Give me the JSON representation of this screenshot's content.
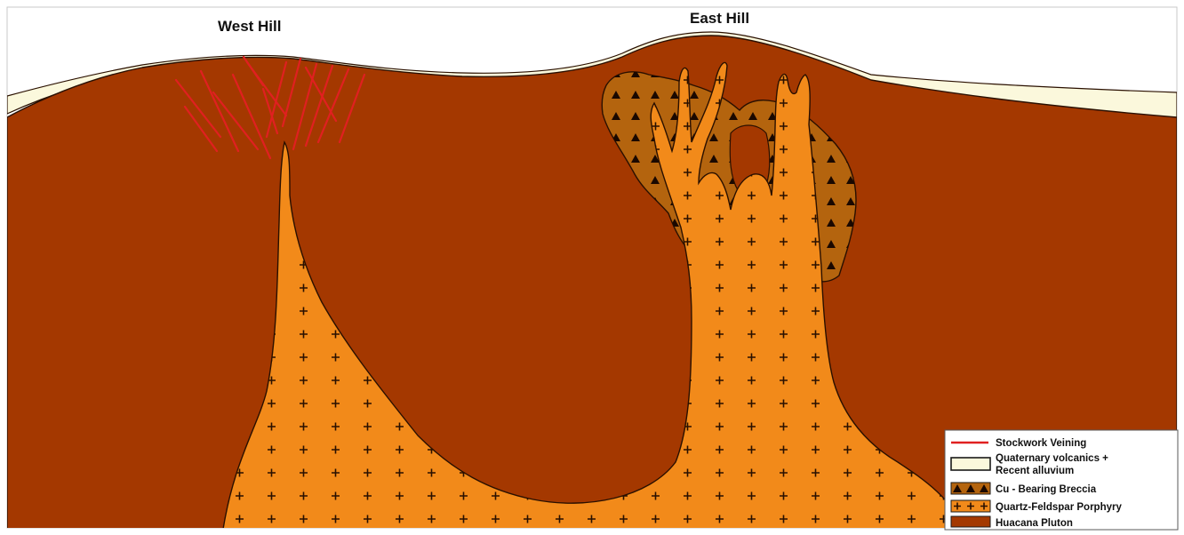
{
  "labels": {
    "west_hill": "West Hill",
    "east_hill": "East Hill"
  },
  "legend": {
    "items": [
      {
        "key": "stockwork",
        "lines": [
          "Stockwork Veining"
        ],
        "symbol": "red-line-icon",
        "color": "#e02020"
      },
      {
        "key": "quaternary",
        "lines": [
          "Quaternary volcanics +",
          "Recent alluvium"
        ],
        "symbol": "cream-fill-icon",
        "color": "#fbf8dc"
      },
      {
        "key": "breccia",
        "lines": [
          "Cu - Bearing Breccia"
        ],
        "symbol": "triangle-pattern-icon",
        "color": "#b4640e"
      },
      {
        "key": "porphyry",
        "lines": [
          "Quartz-Feldspar Porphyry"
        ],
        "symbol": "plus-pattern-icon",
        "color": "#f28a1a"
      },
      {
        "key": "pluton",
        "lines": [
          "Huacana Pluton"
        ],
        "symbol": "brown-fill-icon",
        "color": "#a43800"
      }
    ]
  },
  "colors": {
    "pluton": "#a43800",
    "porphyry": "#f28a1a",
    "breccia": "#b4640e",
    "alluvium": "#fbf8dc",
    "veining": "#e02020",
    "outline": "#2a1000"
  }
}
